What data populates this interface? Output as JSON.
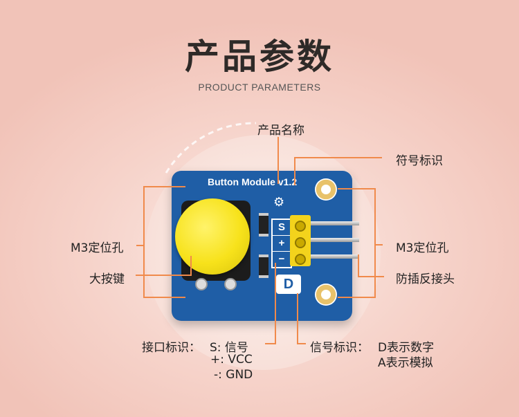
{
  "header": {
    "title": "产品参数",
    "subtitle": "PRODUCT PARAMETERS"
  },
  "board": {
    "name": "Button Module v1.2",
    "silk_labels": [
      "S",
      "+",
      "−"
    ],
    "signal_symbol": "D"
  },
  "labels": {
    "product_name": "产品名称",
    "symbol_mark": "符号标识",
    "m3_left": "M3定位孔",
    "m3_right": "M3定位孔",
    "big_button": "大按键",
    "anti_plug": "防插反接头",
    "interface_title": "接口标识：",
    "interface_lines": [
      "S: 信号",
      "+: VCC",
      "-: GND"
    ],
    "signal_title": "信号标识：",
    "signal_lines": [
      "D表示数字",
      "A表示模拟"
    ]
  },
  "colors": {
    "leader_line": "#f08a4b",
    "board": "#1f5ea6",
    "button": "#f7e21b"
  }
}
